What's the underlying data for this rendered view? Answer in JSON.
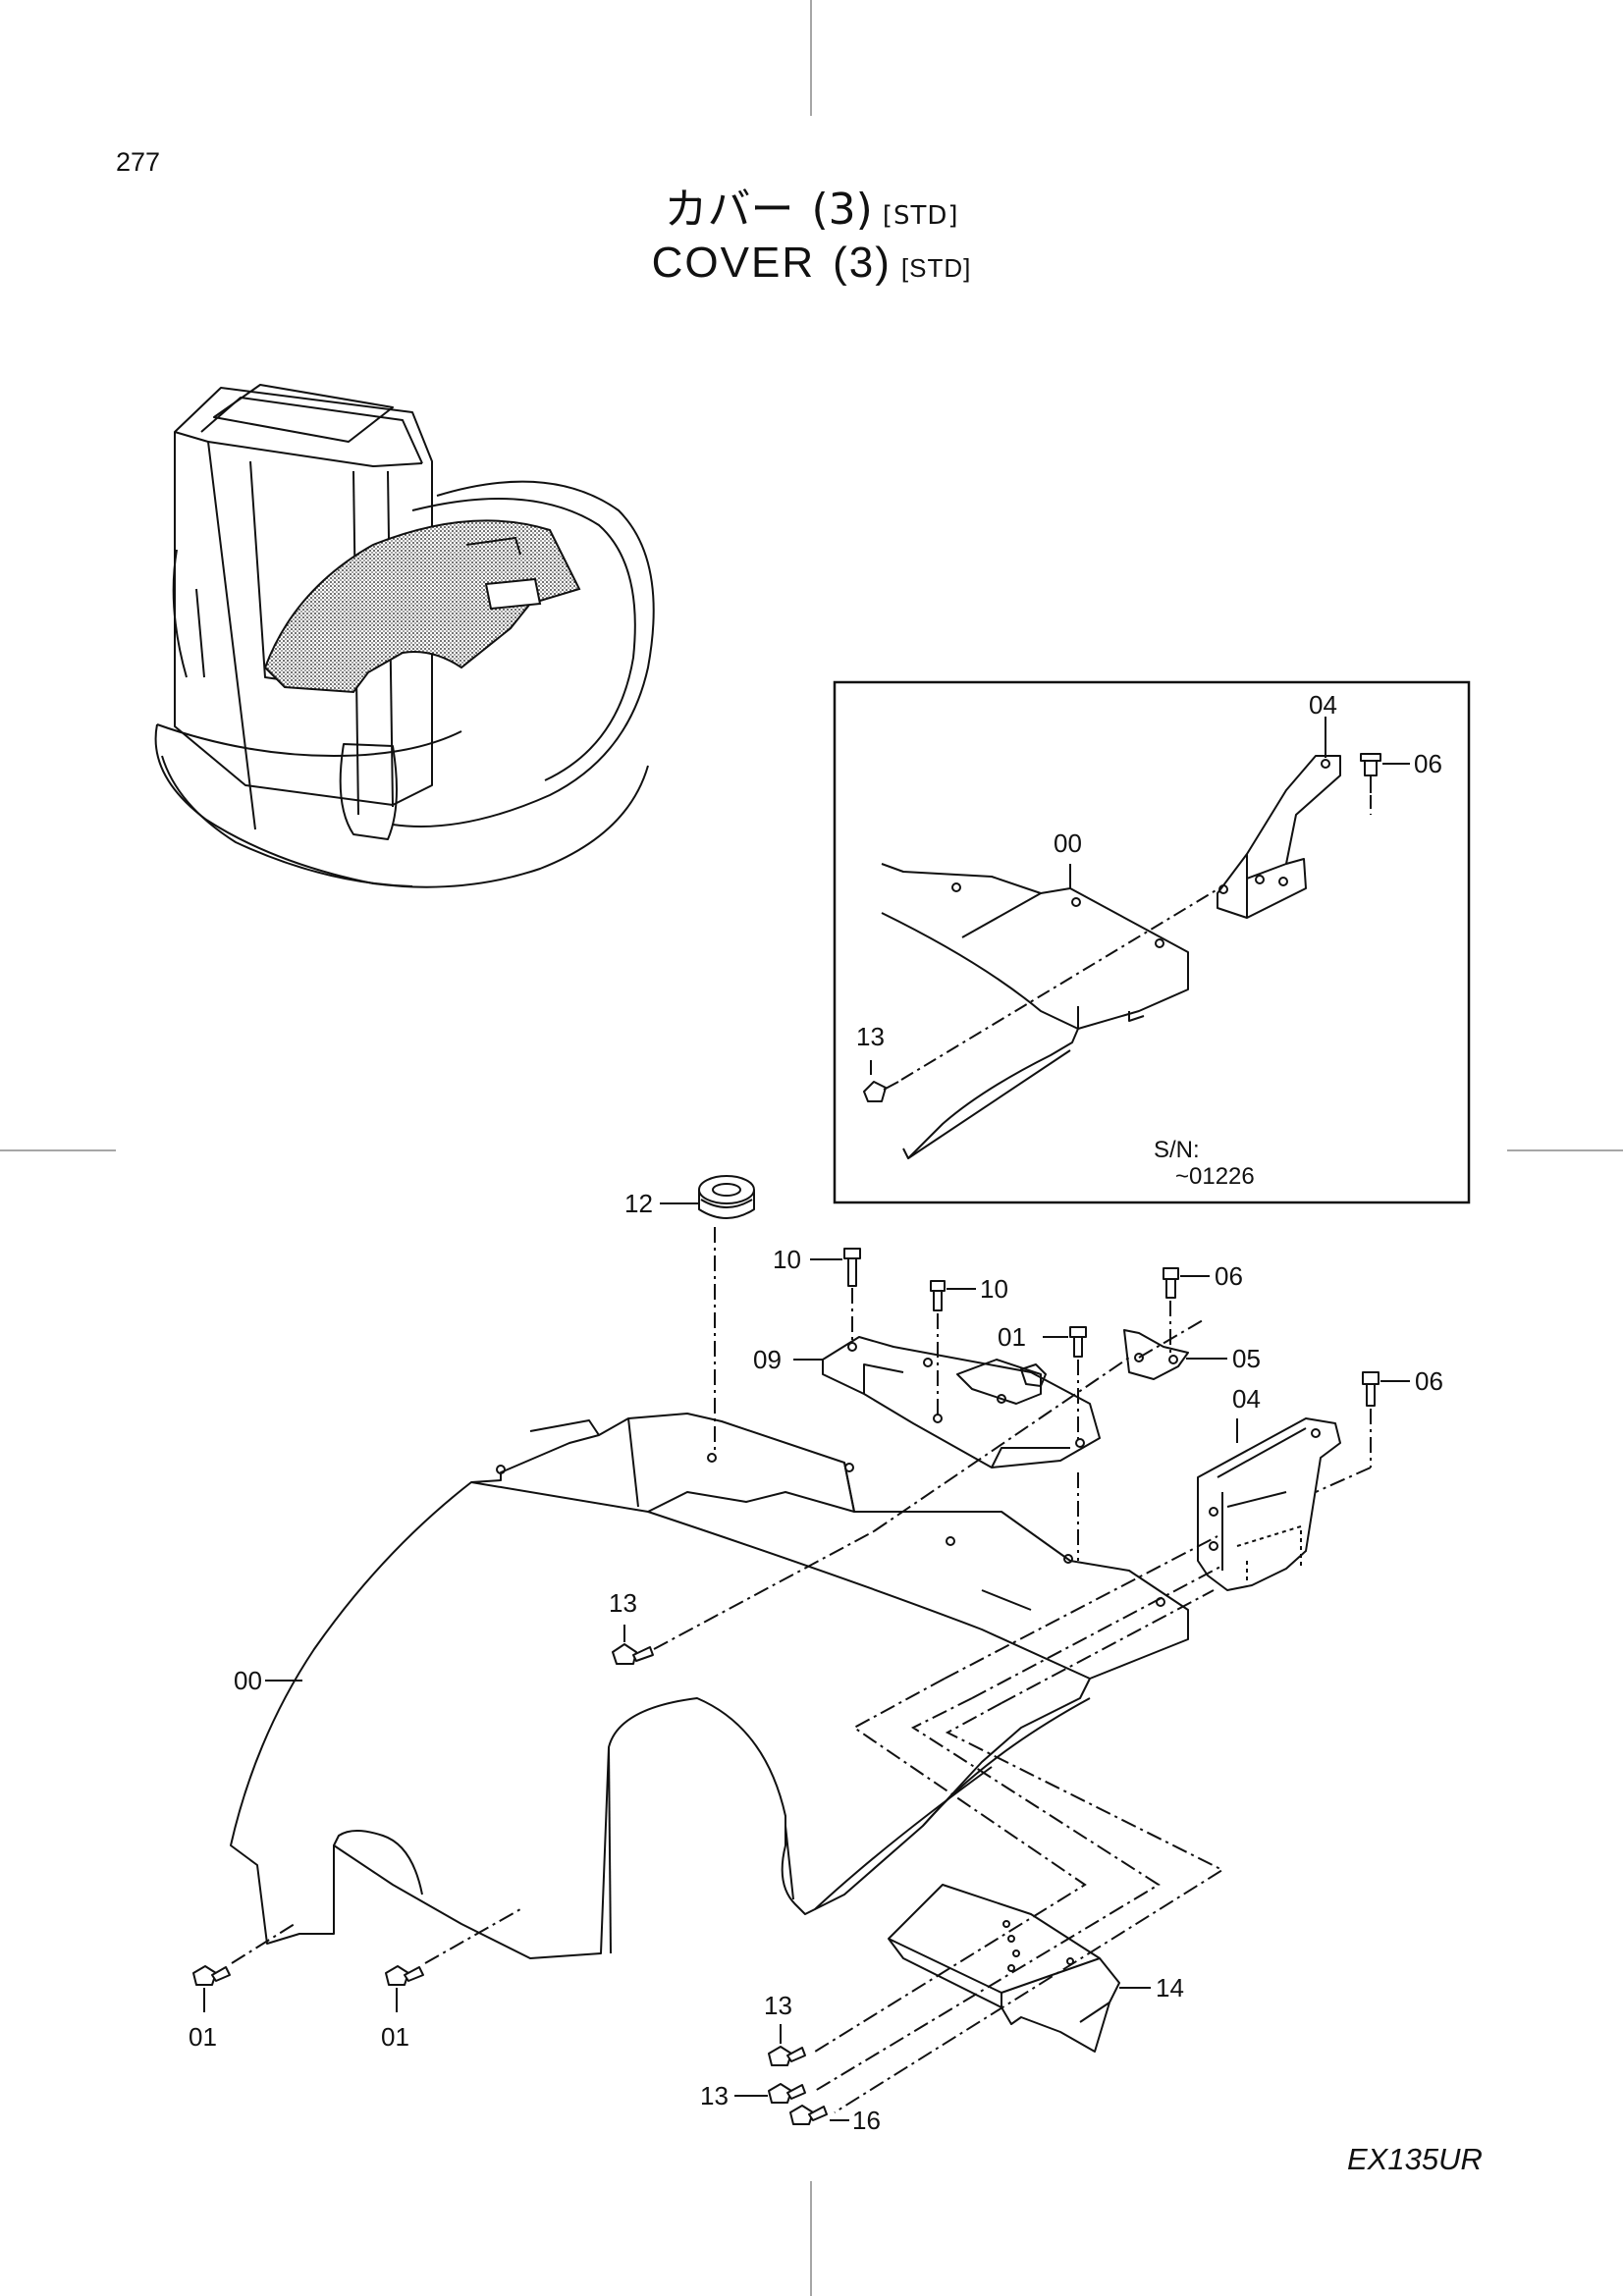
{
  "page_number": "277",
  "title": {
    "jp_text": "カバー",
    "en_text": "COVER",
    "number": "(3)",
    "variant": "[STD]"
  },
  "model": "EX135UR",
  "serial_note": {
    "label": "S/N:",
    "value": "~01226"
  },
  "callouts": {
    "inset_04": "04",
    "inset_06": "06",
    "inset_00": "00",
    "inset_13": "13",
    "c12": "12",
    "c10_a": "10",
    "c10_b": "10",
    "c06_a": "06",
    "c01_top": "01",
    "c05": "05",
    "c09": "09",
    "c04": "04",
    "c06_b": "06",
    "c13_mid": "13",
    "c00": "00",
    "c01_left": "01",
    "c01_mid": "01",
    "c13_low_a": "13",
    "c13_low_b": "13",
    "c16": "16",
    "c14": "14"
  },
  "colors": {
    "ink": "#111111",
    "shade": "#9a9a9a",
    "paper": "#ffffff"
  }
}
